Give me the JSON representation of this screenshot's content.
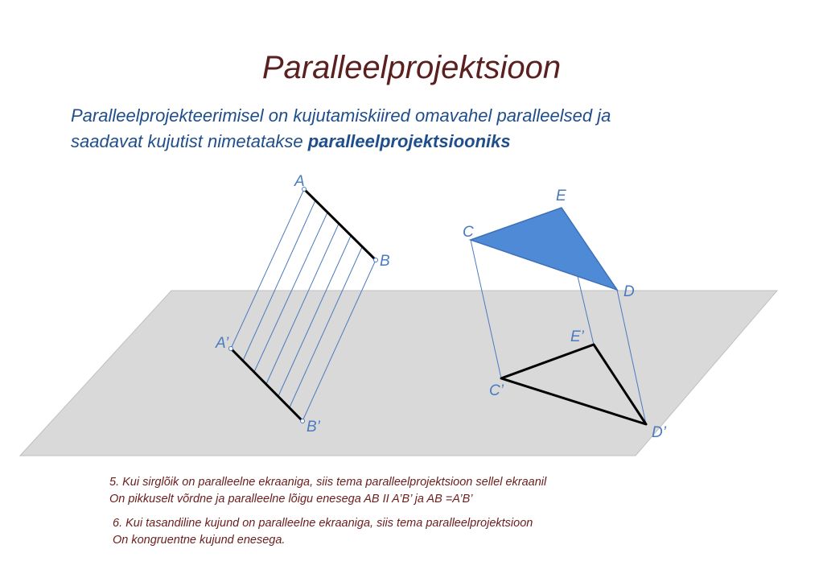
{
  "title": "Paralleelprojektsioon",
  "intro": {
    "line1": "Paralleelprojekteerimisel on kujutamiskiired omavahel paralleelsed ja",
    "line2_plain": "saadavat kujutist  nimetatakse ",
    "line2_bold": "paralleelprojektsiooniks"
  },
  "labels": {
    "A": "A",
    "B": "B",
    "A_prime": "A’",
    "B_prime": "B’",
    "C": "C",
    "D": "D",
    "E": "E",
    "C_prime": "C’",
    "D_prime": "D’",
    "E_prime": "E’"
  },
  "notes": {
    "note5_line1": "5. Kui sirglõik on paralleelne ekraaniga, siis tema paralleelprojektsioon sellel ekraanil",
    "note5_line2": "On pikkuselt võrdne ja paralleelne lõigu enesega   AB II A’B’ ja  AB =A’B’",
    "note6_line1": "6. Kui tasandiline kujund on paralleelne ekraaniga, siis tema paralleelprojektsioon",
    "note6_line2": "On kongruentne kujund enesega."
  },
  "colors": {
    "title": "#5a1f1f",
    "intro": "#1f4e8c",
    "labels": "#4a7bbf",
    "plane_fill": "#d9d9d9",
    "plane_stroke": "#bfbfbf",
    "triangle_fill": "#4f8ad6",
    "rays": "#4a7bbf",
    "notes": "#6b1d1d"
  }
}
